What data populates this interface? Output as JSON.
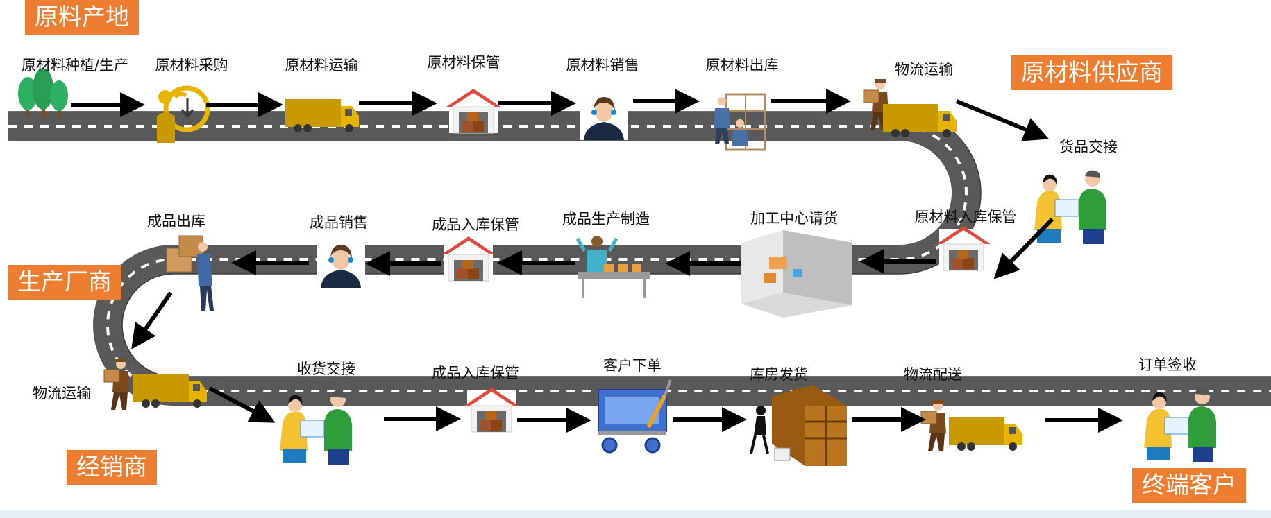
{
  "stages": {
    "raw_origin": "原料产地",
    "raw_supplier": "原材料供应商",
    "manufacturer": "生产厂商",
    "distributor": "经销商",
    "end_customer": "终端客户"
  },
  "steps": {
    "s1": "原材料种植/生产",
    "s2": "原材料采购",
    "s3": "原材料运输",
    "s4": "原材料保管",
    "s5": "原材料销售",
    "s6": "原材料出库",
    "s7": "物流运输",
    "s8": "货品交接",
    "s9": "原材料入库保管",
    "s10": "加工中心请货",
    "s11": "成品生产制造",
    "s12": "成品入库保管",
    "s13": "成品销售",
    "s14": "成品出库",
    "s15": "物流运输",
    "s16": "收货交接",
    "s17": "成品入库保管",
    "s18": "客户下单",
    "s19": "库房发货",
    "s20": "物流配送",
    "s21": "订单签收"
  },
  "colors": {
    "tag": "#ED7D31",
    "road": "#595959",
    "road_mark": "#ffffff",
    "tree": "#2EAF62",
    "truck": "#C99A00",
    "warehouse_roof": "#E04A3A",
    "box": "#A0522D",
    "person_green": "#2E9E3A",
    "person_yellow": "#F2C230"
  }
}
